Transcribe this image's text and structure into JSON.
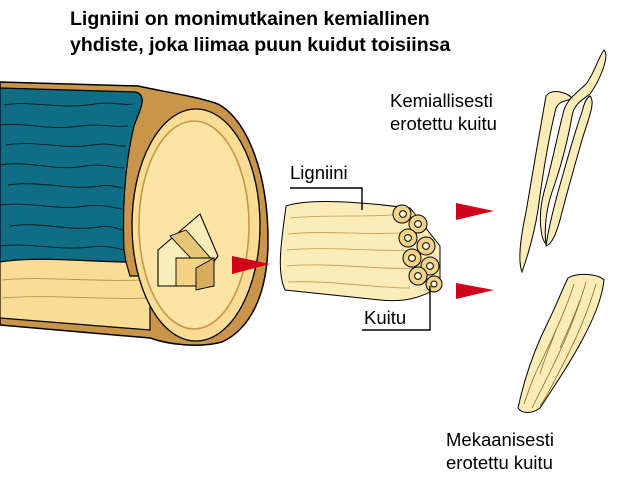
{
  "title": {
    "line1": "Ligniini on monimutkainen kemiallinen",
    "line2": "yhdiste, joka liimaa puun kuidut toisiinsa"
  },
  "labels": {
    "lignin": "Ligniini",
    "fiber": "Kuitu",
    "chemical_line1": "Kemiallisesti",
    "chemical_line2": "erotettu kuitu",
    "mechanical_line1": "Mekaanisesti",
    "mechanical_line2": "erotettu kuitu"
  },
  "colors": {
    "bark": "#0f6e86",
    "bark_edge": "#c8954a",
    "wood": "#f9dd94",
    "wood_light": "#fcecb8",
    "arrow": "#d0021b",
    "outline": "#000000"
  }
}
